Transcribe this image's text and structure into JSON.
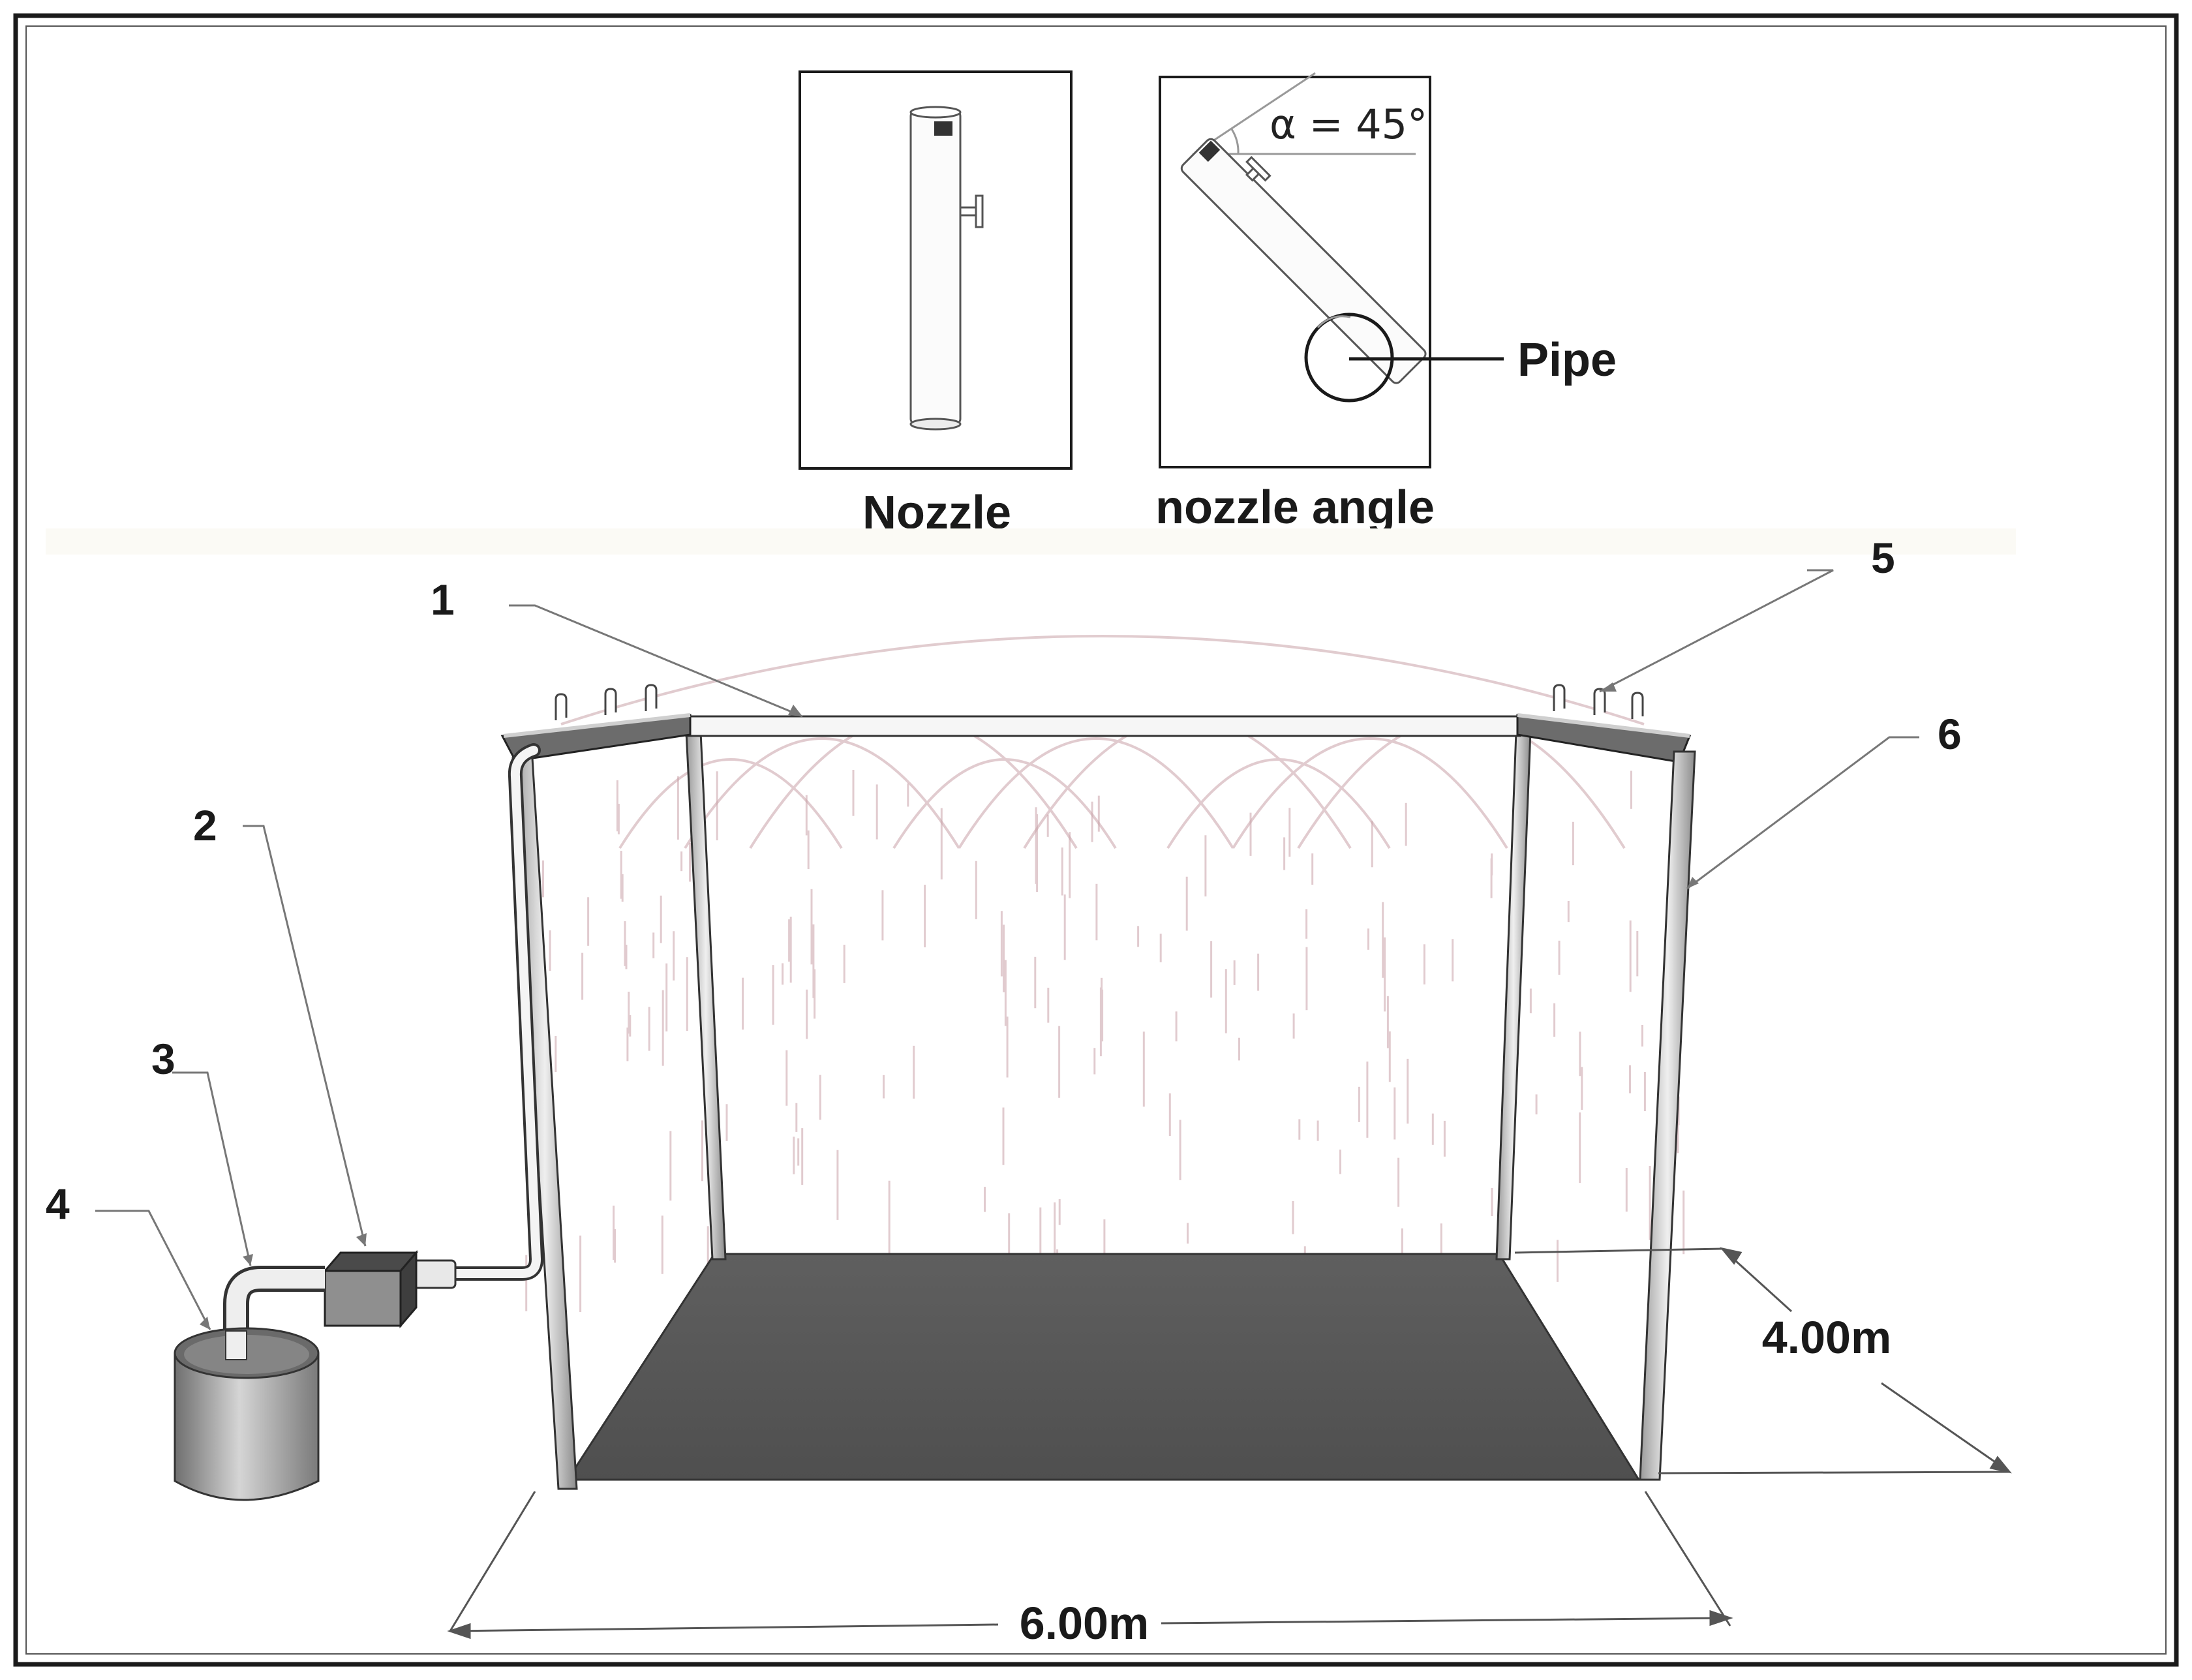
{
  "insets": {
    "nozzle": {
      "caption": "Nozzle"
    },
    "angle": {
      "caption": "nozzle angle",
      "angle_text": "α = 45°",
      "angle_deg": 45,
      "pipe_label": "Pipe"
    }
  },
  "callouts": [
    "1",
    "2",
    "3",
    "4",
    "5",
    "6"
  ],
  "dimensions": {
    "depth": "4.00m",
    "width": "6.00m"
  },
  "colors": {
    "frame": "#1a1a1a",
    "floor": "#5a5a5a",
    "spray": "#c9a2a8",
    "pipe_fill": "#f4f4f4",
    "post_fill": "#d8d8d8",
    "pump_fill": "#8a8a8a",
    "tank_fill": "#9a9a9a"
  }
}
